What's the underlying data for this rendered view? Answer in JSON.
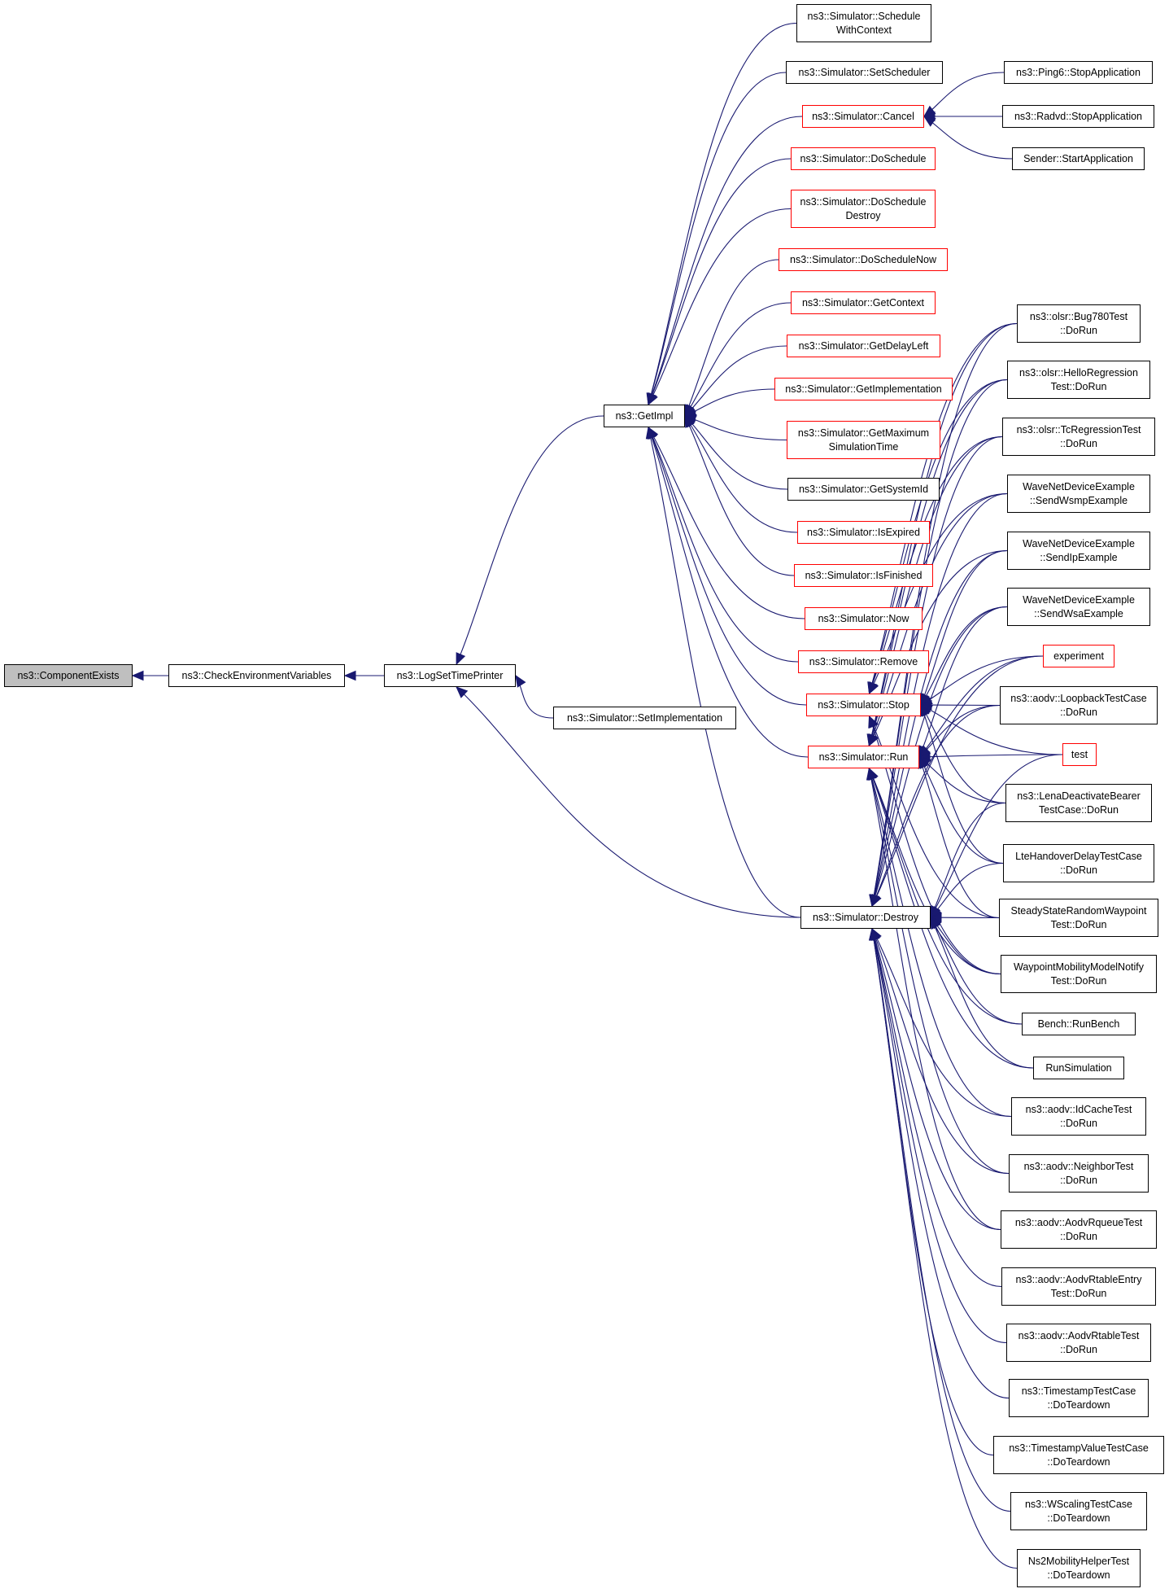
{
  "colors": {
    "edge": "#191970",
    "node_border": "#000000",
    "node_border_truncated": "#ff0000",
    "selected_fill": "#bfbfbf"
  },
  "nodes": {
    "componentExists": [
      "ns3::ComponentExists"
    ],
    "checkEnv": [
      "ns3::CheckEnvironmentVariables"
    ],
    "logSet": [
      "ns3::LogSetTimePrinter"
    ],
    "setImpl": [
      "ns3::Simulator::SetImplementation"
    ],
    "getImpl": [
      "ns3::GetImpl"
    ],
    "schedWithCtx": [
      "ns3::Simulator::Schedule",
      "WithContext"
    ],
    "setSched": [
      "ns3::Simulator::SetScheduler"
    ],
    "cancel": [
      "ns3::Simulator::Cancel"
    ],
    "doSched": [
      "ns3::Simulator::DoSchedule"
    ],
    "doSchedDestroy": [
      "ns3::Simulator::DoSchedule",
      "Destroy"
    ],
    "doSchedNow": [
      "ns3::Simulator::DoScheduleNow"
    ],
    "getContext": [
      "ns3::Simulator::GetContext"
    ],
    "getDelayLeft": [
      "ns3::Simulator::GetDelayLeft"
    ],
    "getImplementation": [
      "ns3::Simulator::GetImplementation"
    ],
    "getMaxSimTime": [
      "ns3::Simulator::GetMaximum",
      "SimulationTime"
    ],
    "getSystemId": [
      "ns3::Simulator::GetSystemId"
    ],
    "isExpired": [
      "ns3::Simulator::IsExpired"
    ],
    "isFinished": [
      "ns3::Simulator::IsFinished"
    ],
    "now": [
      "ns3::Simulator::Now"
    ],
    "remove": [
      "ns3::Simulator::Remove"
    ],
    "stop": [
      "ns3::Simulator::Stop"
    ],
    "run": [
      "ns3::Simulator::Run"
    ],
    "destroy": [
      "ns3::Simulator::Destroy"
    ],
    "ping6": [
      "ns3::Ping6::StopApplication"
    ],
    "radvd": [
      "ns3::Radvd::StopApplication"
    ],
    "sender": [
      "Sender::StartApplication"
    ],
    "bug780": [
      "ns3::olsr::Bug780Test",
      "::DoRun"
    ],
    "helloReg": [
      "ns3::olsr::HelloRegression",
      "Test::DoRun"
    ],
    "tcReg": [
      "ns3::olsr::TcRegressionTest",
      "::DoRun"
    ],
    "waveWsmp": [
      "WaveNetDeviceExample",
      "::SendWsmpExample"
    ],
    "waveIp": [
      "WaveNetDeviceExample",
      "::SendIpExample"
    ],
    "waveWsa": [
      "WaveNetDeviceExample",
      "::SendWsaExample"
    ],
    "experiment": [
      "experiment"
    ],
    "loopback": [
      "ns3::aodv::LoopbackTestCase",
      "::DoRun"
    ],
    "test": [
      "test"
    ],
    "lenaDeact": [
      "ns3::LenaDeactivateBearer",
      "TestCase::DoRun"
    ],
    "lteHandover": [
      "LteHandoverDelayTestCase",
      "::DoRun"
    ],
    "steadyState": [
      "SteadyStateRandomWaypoint",
      "Test::DoRun"
    ],
    "waypointNotify": [
      "WaypointMobilityModelNotify",
      "Test::DoRun"
    ],
    "bench": [
      "Bench::RunBench"
    ],
    "runSim": [
      "RunSimulation"
    ],
    "idCache": [
      "ns3::aodv::IdCacheTest",
      "::DoRun"
    ],
    "neighbor": [
      "ns3::aodv::NeighborTest",
      "::DoRun"
    ],
    "rqueue": [
      "ns3::aodv::AodvRqueueTest",
      "::DoRun"
    ],
    "rtableEntry": [
      "ns3::aodv::AodvRtableEntry",
      "Test::DoRun"
    ],
    "rtable": [
      "ns3::aodv::AodvRtableTest",
      "::DoRun"
    ],
    "timestamp": [
      "ns3::TimestampTestCase",
      "::DoTeardown"
    ],
    "timestampVal": [
      "ns3::TimestampValueTestCase",
      "::DoTeardown"
    ],
    "wscaling": [
      "ns3::WScalingTestCase",
      "::DoTeardown"
    ],
    "ns2Mobility": [
      "Ns2MobilityHelperTest",
      "::DoTeardown"
    ]
  }
}
